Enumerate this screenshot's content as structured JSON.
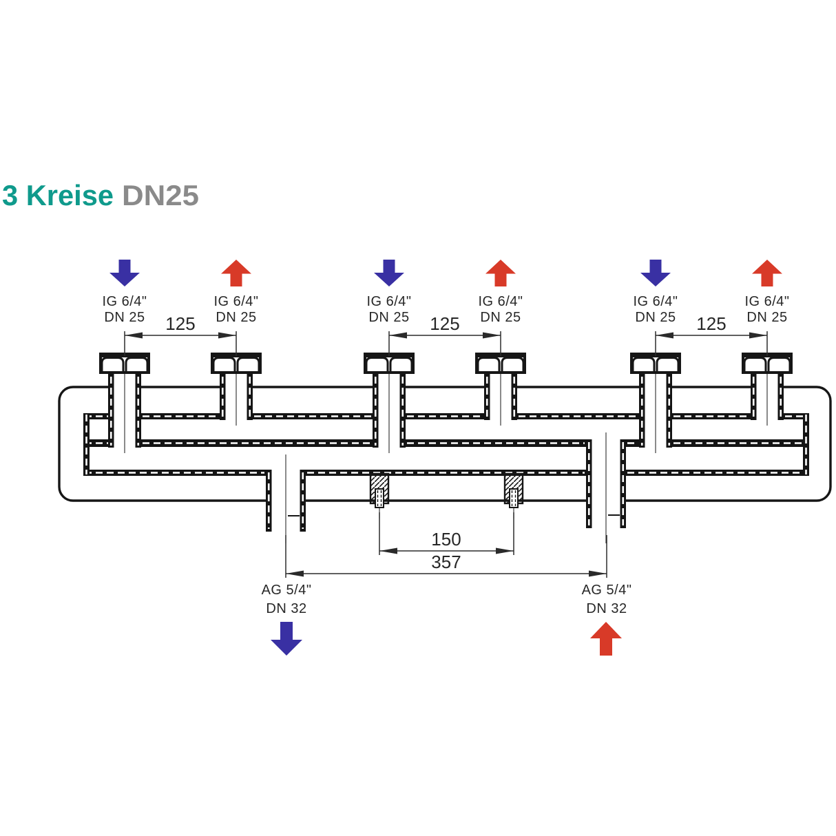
{
  "title": {
    "main": "3 Kreise",
    "suffix": "DN25"
  },
  "colors": {
    "accent_teal": "#0F9A8C",
    "suffix_gray": "#8A8A8A",
    "flow_down_blue": "#3930A3",
    "flow_up_red": "#D83A28",
    "line_black": "#161616"
  },
  "top_connections": [
    {
      "direction": "down",
      "label_line1": "IG 6/4\"",
      "label_line2": "DN 25"
    },
    {
      "direction": "up",
      "label_line1": "IG 6/4\"",
      "label_line2": "DN 25"
    },
    {
      "direction": "down",
      "label_line1": "IG 6/4\"",
      "label_line2": "DN 25"
    },
    {
      "direction": "up",
      "label_line1": "IG 6/4\"",
      "label_line2": "DN 25"
    },
    {
      "direction": "down",
      "label_line1": "IG 6/4\"",
      "label_line2": "DN 25"
    },
    {
      "direction": "up",
      "label_line1": "IG 6/4\"",
      "label_line2": "DN 25"
    }
  ],
  "top_dimensions": [
    {
      "value": "125"
    },
    {
      "value": "125"
    },
    {
      "value": "125"
    }
  ],
  "bottom_connections": [
    {
      "direction": "down",
      "label_line1": "AG 5/4\"",
      "label_line2": "DN 32"
    },
    {
      "direction": "up",
      "label_line1": "AG 5/4\"",
      "label_line2": "DN 32"
    }
  ],
  "bottom_dimensions": [
    {
      "value": "150"
    },
    {
      "value": "357"
    }
  ]
}
